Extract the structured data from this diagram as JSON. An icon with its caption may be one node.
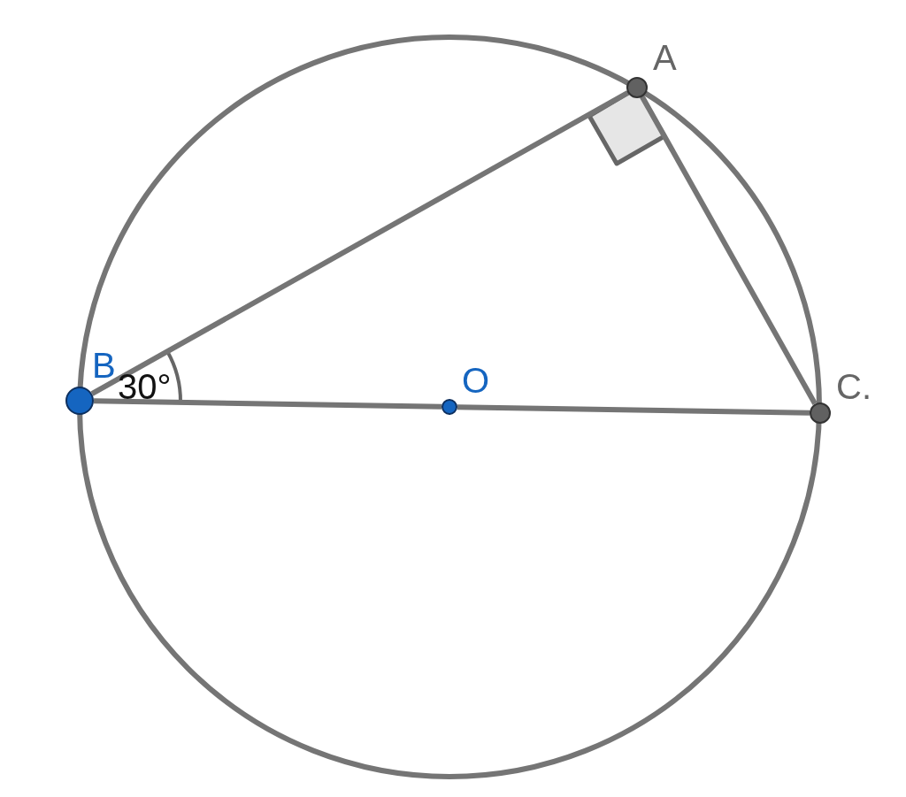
{
  "diagram": {
    "nodes": [
      {
        "text": [
          "A"
        ]
      },
      {
        "text": [
          "B"
        ]
      },
      {
        "text": [
          "O"
        ]
      },
      {
        "text": [
          "C."
        ]
      }
    ],
    "edges": [
      {
        "from": 1,
        "to": 0,
        "arrow": "none"
      },
      {
        "from": 0,
        "to": 3,
        "arrow": "none"
      },
      {
        "from": 1,
        "to": 2,
        "arrow": "none"
      },
      {
        "from": 2,
        "to": 3,
        "arrow": "none"
      }
    ],
    "labels": [
      "30°"
    ]
  }
}
